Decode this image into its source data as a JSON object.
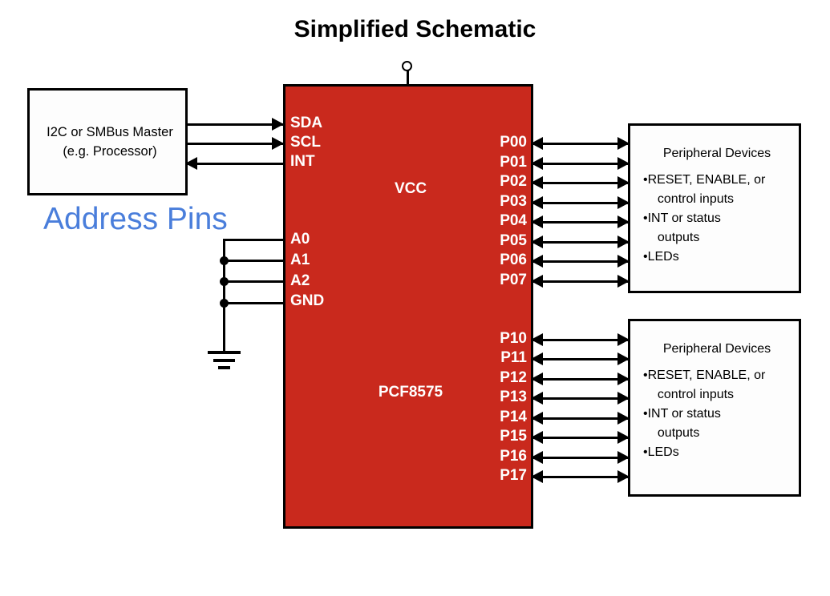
{
  "title": "Simplified Schematic",
  "colors": {
    "chip_body": "#C9291D",
    "chip_label_text": "#FFFFFF",
    "address_pins_text": "#4A7EDB",
    "line": "#000000",
    "box_fill": "#FDFDFD",
    "title_text": "#000000"
  },
  "master": {
    "line1": "I2C or SMBus Master",
    "line2": "(e.g. Processor)"
  },
  "address_pins_caption": "Address Pins",
  "chip": {
    "name": "PCF8575",
    "vcc_label": "VCC",
    "bus_pins": [
      "SDA",
      "SCL",
      "INT"
    ],
    "address_pins": [
      "A0",
      "A1",
      "A2",
      "GND"
    ],
    "port0_pins": [
      "P00",
      "P01",
      "P02",
      "P03",
      "P04",
      "P05",
      "P06",
      "P07"
    ],
    "port1_pins": [
      "P10",
      "P11",
      "P12",
      "P13",
      "P14",
      "P15",
      "P16",
      "P17"
    ]
  },
  "peripheral_1": {
    "title": "Peripheral Devices",
    "bullets": [
      "•RESET, ENABLE, or\n  control inputs",
      "•INT or status\n  outputs",
      "•LEDs"
    ]
  },
  "peripheral_2": {
    "title": "Peripheral Devices",
    "bullets": [
      "•RESET, ENABLE, or\n  control inputs",
      "•INT or status\n  outputs",
      "•LEDs"
    ]
  }
}
